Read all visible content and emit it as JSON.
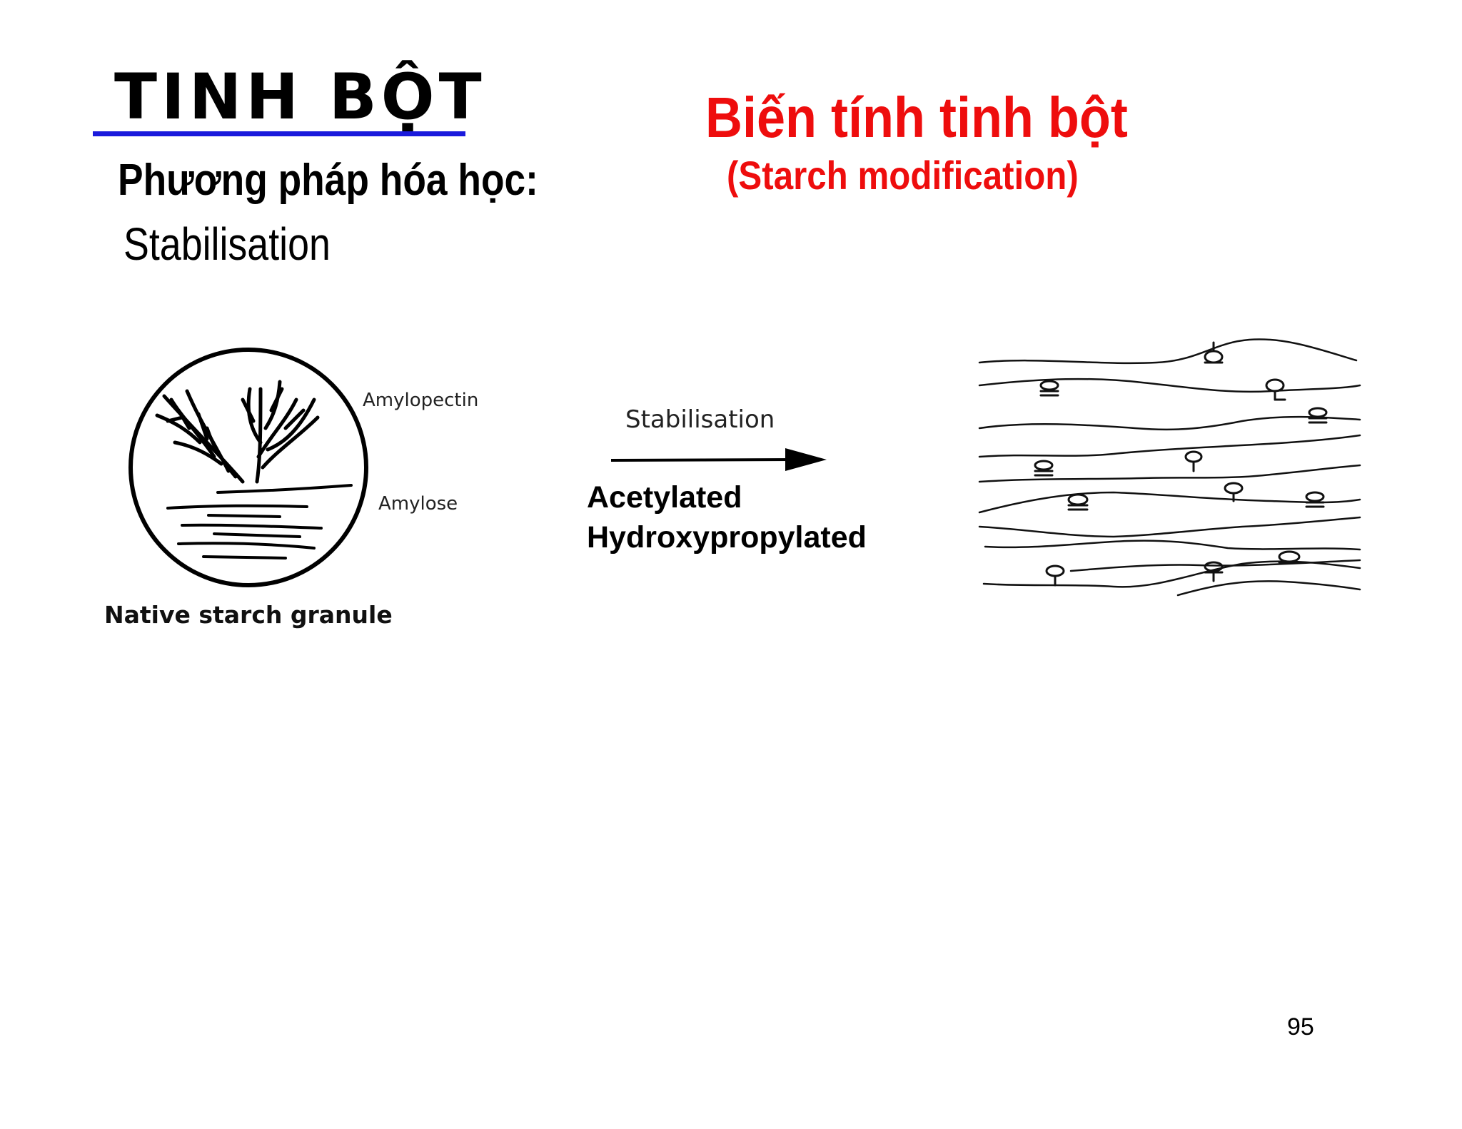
{
  "slide": {
    "title": "TINH BỘT",
    "method_heading": "Phương pháp hóa học:",
    "method_subheading": "Stabilisation",
    "red_title": "Biến tính tinh bột",
    "red_subtitle": "(Starch modification)",
    "page_number": "95"
  },
  "diagram": {
    "label_amylopectin": "Amylopectin",
    "label_amylose": "Amylose",
    "label_granule": "Native starch granule",
    "arrow_label": "Stabilisation",
    "products": [
      "Acetylated",
      "Hydroxypropylated"
    ]
  },
  "colors": {
    "title_underline": "#1a1adc",
    "red_heading": "#ee0d0d"
  }
}
